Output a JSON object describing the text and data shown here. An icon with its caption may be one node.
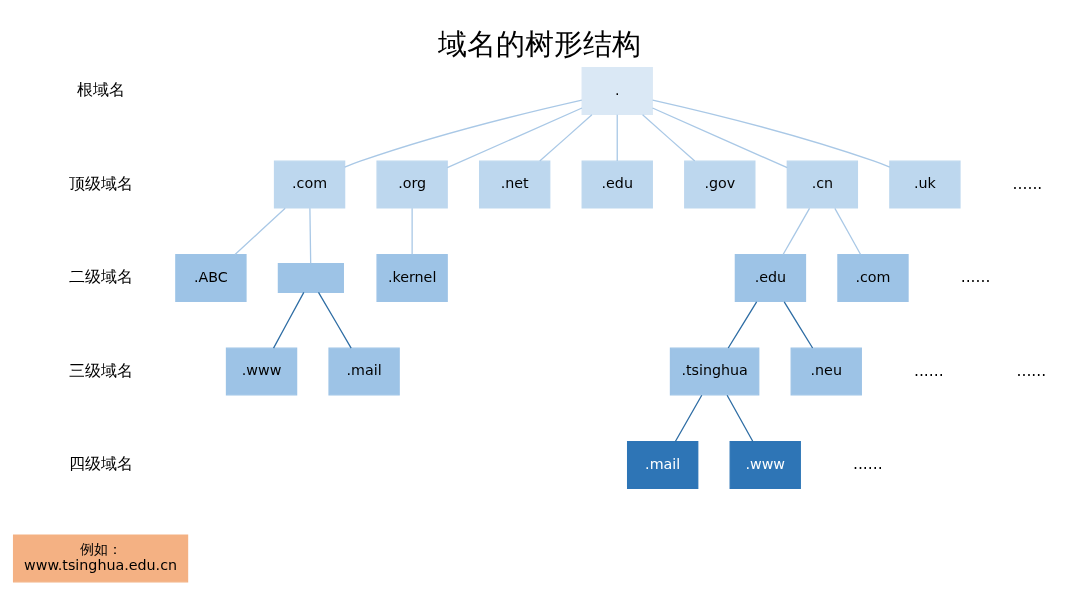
{
  "diagram": {
    "title": "域名的树形结构",
    "nodes": [
      {
        "text": [
          "."
        ]
      },
      {
        "text": [
          ".com"
        ]
      },
      {
        "text": [
          ".org"
        ]
      },
      {
        "text": [
          ".net"
        ]
      },
      {
        "text": [
          ".edu"
        ]
      },
      {
        "text": [
          ".gov"
        ]
      },
      {
        "text": [
          ".cn"
        ]
      },
      {
        "text": [
          ".uk"
        ]
      },
      {
        "text": [
          ".ABC"
        ]
      },
      {
        "text": [],
        "shape": "box"
      },
      {
        "text": [
          ".kernel"
        ]
      },
      {
        "text": [
          ".edu"
        ]
      },
      {
        "text": [
          ".com"
        ]
      },
      {
        "text": [
          ".www"
        ]
      },
      {
        "text": [
          ".mail"
        ]
      },
      {
        "text": [
          ".tsinghua"
        ]
      },
      {
        "text": [
          ".neu"
        ]
      },
      {
        "text": [
          ".mail"
        ]
      },
      {
        "text": [
          ".www"
        ]
      },
      {
        "text": [
          "例如：",
          "www.tsinghua.edu.cn"
        ]
      }
    ],
    "edges": [
      {
        "from": 0,
        "to": 1,
        "arrow": "none"
      },
      {
        "from": 0,
        "to": 2,
        "arrow": "none"
      },
      {
        "from": 0,
        "to": 3,
        "arrow": "none"
      },
      {
        "from": 0,
        "to": 4,
        "arrow": "none"
      },
      {
        "from": 0,
        "to": 5,
        "arrow": "none"
      },
      {
        "from": 0,
        "to": 6,
        "arrow": "none"
      },
      {
        "from": 0,
        "to": 7,
        "arrow": "none"
      },
      {
        "from": 1,
        "to": 8,
        "arrow": "none"
      },
      {
        "from": 1,
        "to": 9,
        "arrow": "none"
      },
      {
        "from": 2,
        "to": 10,
        "arrow": "none"
      },
      {
        "from": 6,
        "to": 11,
        "arrow": "none"
      },
      {
        "from": 6,
        "to": 12,
        "arrow": "none"
      },
      {
        "from": 9,
        "to": 13,
        "arrow": "none",
        "color": "#2e6da4"
      },
      {
        "from": 9,
        "to": 14,
        "arrow": "none",
        "color": "#2e6da4"
      },
      {
        "from": 11,
        "to": 15,
        "arrow": "none",
        "color": "#2e6da4"
      },
      {
        "from": 11,
        "to": 16,
        "arrow": "none",
        "color": "#2e6da4"
      },
      {
        "from": 15,
        "to": 17,
        "arrow": "none",
        "color": "#2e6da4"
      },
      {
        "from": 15,
        "to": 18,
        "arrow": "none",
        "color": "#2e6da4"
      }
    ],
    "labels": [
      "根域名",
      "顶级域名",
      "二级域名",
      "三级域名",
      "四级域名",
      "......",
      "......",
      "......",
      "......",
      "......"
    ]
  }
}
